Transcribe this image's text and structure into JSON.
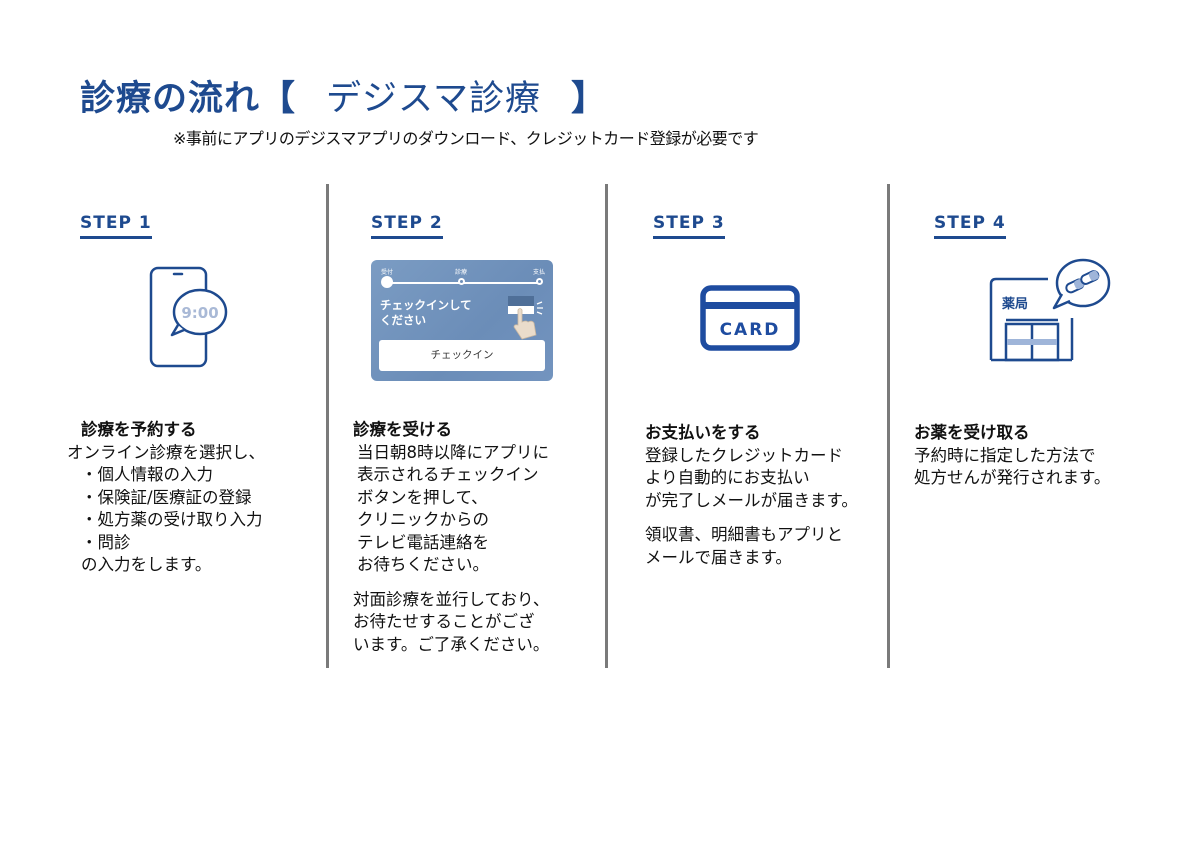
{
  "header": {
    "title": "診療の流れ",
    "bracket_open": "【",
    "app_name": "デジスマ診療",
    "bracket_close": "】",
    "note": "※事前にアプリのデジスマアプリのダウンロード、クレジットカード登録が必要です"
  },
  "colors": {
    "brand_blue": "#1e4a8f",
    "divider_gray": "#7a7a7a",
    "app_mock_bg": "#7394bf"
  },
  "steps": [
    {
      "label": "STEP 1",
      "icon": "phone-clock-icon",
      "icon_text": "9:00",
      "heading": "診療を予約する",
      "lines": [
        "オンライン診療を選択し、",
        "・個人情報の入力",
        "・保険証/医療証の登録",
        "・処方薬の受け取り入力",
        "・問診",
        "の入力をします。"
      ]
    },
    {
      "label": "STEP 2",
      "icon": "app-checkin-screen",
      "app_mock": {
        "progress": [
          "受付",
          "診療",
          "支払"
        ],
        "message_line1": "チェックインして",
        "message_line2": "ください",
        "button": "チェックイン"
      },
      "heading": "診療を受ける",
      "lines": [
        "当日朝8時以降にアプリに",
        "表示されるチェックイン",
        "ボタンを押して、",
        "クリニックからの",
        "テレビ電話連絡を",
        "お待ちください。"
      ],
      "lines2": [
        "対面診療を並行しており、",
        "お待たせすることがござ",
        "います。ご了承ください。"
      ]
    },
    {
      "label": "STEP 3",
      "icon": "credit-card-icon",
      "icon_text": "CARD",
      "heading": "お支払いをする",
      "lines": [
        "登録したクレジットカード",
        "より自動的にお支払い",
        "が完了しメールが届きます。"
      ],
      "lines2": [
        "領収書、明細書もアプリと",
        "メールで届きます。"
      ]
    },
    {
      "label": "STEP 4",
      "icon": "pharmacy-icon",
      "icon_text": "薬局",
      "heading": "お薬を受け取る",
      "lines": [
        "予約時に指定した方法で",
        "処方せんが発行されます。"
      ]
    }
  ]
}
